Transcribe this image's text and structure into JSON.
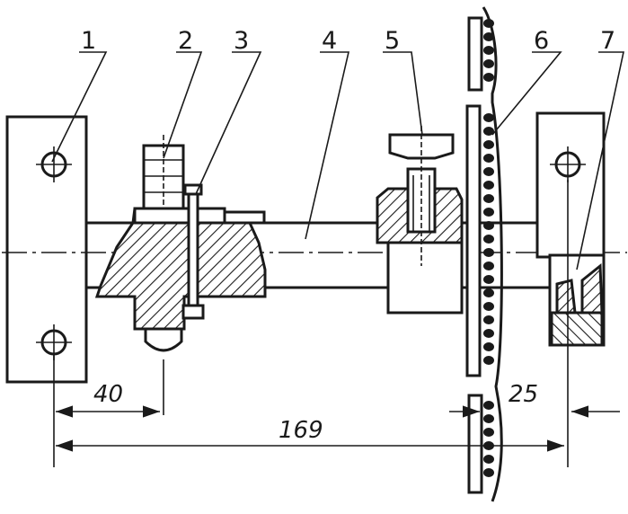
{
  "callouts": [
    "1",
    "2",
    "3",
    "4",
    "5",
    "6",
    "7"
  ],
  "dimensions": {
    "left_offset": "40",
    "overall": "169",
    "right_offset": "25"
  },
  "colors": {
    "ink": "#1a1a1a",
    "paper": "#ffffff"
  }
}
